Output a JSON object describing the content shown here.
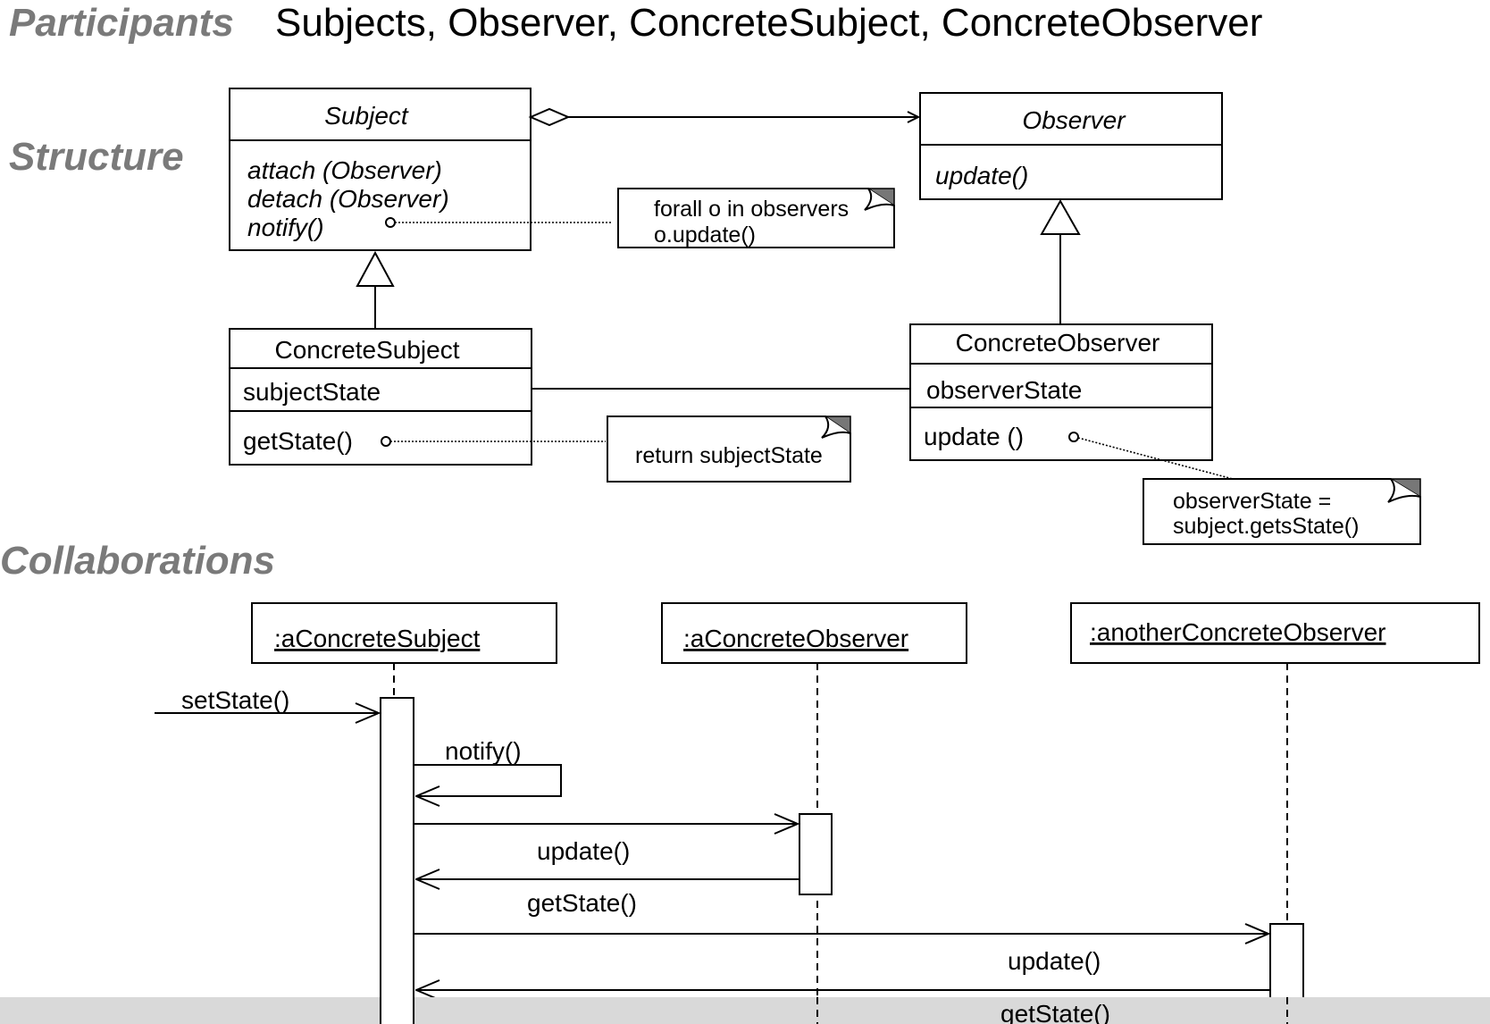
{
  "header": {
    "participants_label": "Participants",
    "participants_list": "Subjects, Observer, ConcreteSubject, ConcreteObserver",
    "structure_label": "Structure",
    "collaborations_label": "Collaborations"
  },
  "structure": {
    "subject": {
      "name": "Subject",
      "methods": [
        "attach (Observer)",
        "detach (Observer)",
        "notify()"
      ]
    },
    "observer": {
      "name": "Observer",
      "methods": [
        "update()"
      ]
    },
    "concrete_subject": {
      "name": "ConcreteSubject",
      "attribute": "subjectState",
      "method": "getState()"
    },
    "concrete_observer": {
      "name": "ConcreteObserver",
      "attribute": "observerState",
      "method": "update ()"
    },
    "notes": {
      "notify_note": [
        "forall o in observers",
        "o.update()"
      ],
      "getstate_note": [
        "return subjectState"
      ],
      "update_note": [
        "observerState =",
        "subject.getsState()"
      ]
    }
  },
  "collaborations": {
    "objects": [
      ":aConcreteSubject",
      ":aConcreteObserver",
      ":anotherConcreteObserver"
    ],
    "messages": [
      "setState()",
      "notify()",
      "update()",
      "getState()",
      "update()",
      "getState()"
    ]
  }
}
